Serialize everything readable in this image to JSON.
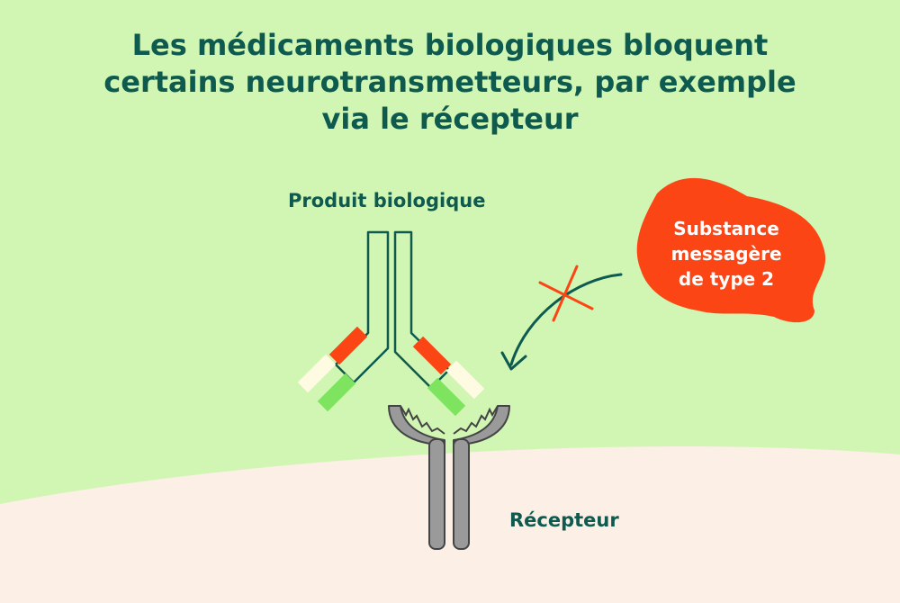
{
  "title": {
    "line1": "Les médicaments biologiques bloquent",
    "line2": "certains neurotransmetteurs, par exemple",
    "line3": "via le récepteur"
  },
  "labels": {
    "biologic": "Produit biologique",
    "receptor": "Récepteur",
    "messenger": {
      "line1": "Substance",
      "line2": "messagère",
      "line3": "de type 2"
    }
  },
  "colors": {
    "background": "#d1f6b4",
    "cell": "#fbefe6",
    "text": "#0e5a4f",
    "accent": "#fc4514",
    "receptor": "#9a9a9a",
    "light_green": "#7ee35f",
    "cream": "#fffbe3"
  }
}
